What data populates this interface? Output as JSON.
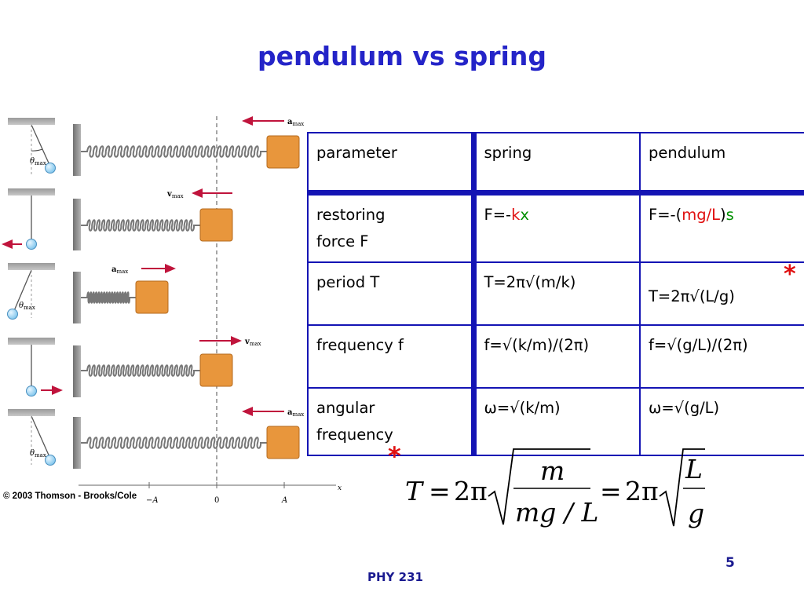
{
  "slide": {
    "title": "pendulum vs spring",
    "page_number": "5",
    "footer": "PHY 231",
    "figure_credit": "© 2003 Thomson - Brooks/Cole"
  },
  "figure": {
    "labels": {
      "a_max": "a",
      "v_max": "v",
      "max_sub": "max",
      "theta": "θ",
      "axis_neg_a": "−A",
      "axis_zero": "0",
      "axis_pos_a": "A",
      "axis_x": "x"
    }
  },
  "table": {
    "headers": [
      "parameter",
      "spring",
      "pendulum"
    ],
    "rows": [
      {
        "param_line1": "restoring",
        "param_line2": "force F",
        "spring_prefix": "F=-",
        "spring_k": "k",
        "spring_x": "x",
        "pend_prefix": "F=-(",
        "pend_mgl": "mg/L",
        "pend_close": ")",
        "pend_s": "s"
      },
      {
        "param": "period T",
        "spring": "T=2π√(m/k)",
        "pendulum": "T=2π√(L/g)",
        "star": "*"
      },
      {
        "param": "frequency f",
        "spring": "f=√(k/m)/(2π)",
        "pendulum": "f=√(g/L)/(2π)"
      },
      {
        "param_line1": "angular",
        "param_line2": "frequency",
        "spring": "ω=√(k/m)",
        "pendulum": "ω=√(g/L)"
      }
    ]
  },
  "equation": {
    "star": "*",
    "lhs": "T",
    "eq1": "=",
    "two_pi_1": "2π",
    "num1": "m",
    "den1": "mg / L",
    "eq2": "=",
    "two_pi_2": "2π",
    "num2": "L",
    "den2": "g"
  },
  "colors": {
    "title": "#2424c8",
    "table_border": "#1414b4",
    "highlight_red": "#e01010",
    "highlight_green": "#009000",
    "block": "#e8963c",
    "arrow": "#c0143c"
  }
}
